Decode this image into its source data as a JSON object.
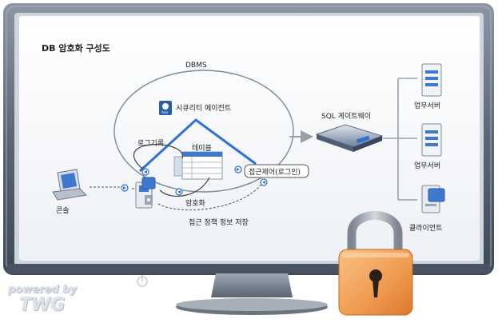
{
  "diagram": {
    "title": "DB 암호화 구성도",
    "labels": {
      "dbms": "DBMS",
      "security_agent": "시큐리티 에이전트",
      "logging": "로그기록",
      "table": "테이블",
      "access_control": "접근제어(로그인)",
      "encryption": "암호화",
      "policy_storage": "접근 정책 정보 저장",
      "console": "콘솔",
      "sql_gateway": "SQL 게이트웨이",
      "business_server_1": "업무서버",
      "business_server_2": "업무서버",
      "client": "클라이언트"
    }
  },
  "watermark": {
    "line1": "powered by",
    "line2": "TWG"
  },
  "colors": {
    "monitor_bezel": "#5f6a79",
    "screen_bg": "#f4f6f9",
    "accent_blue": "#2e6fd8",
    "lock_body": "#f2a15a",
    "lock_shackle": "#9aa2ad"
  },
  "icons": [
    "laptop-icon",
    "server-icon",
    "gateway-icon",
    "padlock-icon",
    "power-icon",
    "agent-icon",
    "table-icon"
  ]
}
